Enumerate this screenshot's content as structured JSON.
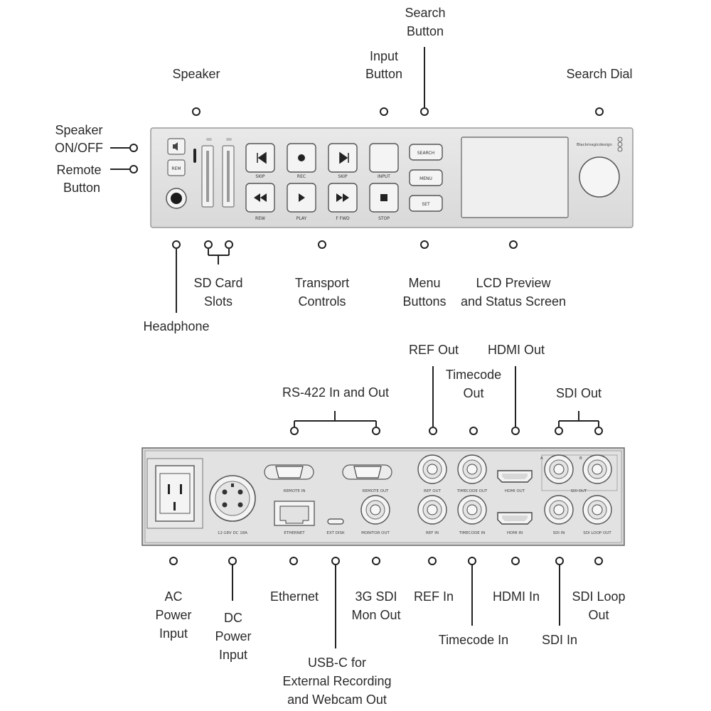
{
  "front_panel": {
    "callouts": {
      "speaker": "Speaker",
      "input_button": [
        "Input",
        "Button"
      ],
      "search_button": [
        "Search",
        "Button"
      ],
      "search_dial": "Search Dial",
      "speaker_onoff": [
        "Speaker",
        "ON/OFF"
      ],
      "remote_button": [
        "Remote",
        "Button"
      ],
      "headphone": "Headphone",
      "sd_card_slots": [
        "SD Card",
        "Slots"
      ],
      "transport_controls": [
        "Transport",
        "Controls"
      ],
      "menu_buttons": [
        "Menu",
        "Buttons"
      ],
      "lcd_preview": [
        "LCD Preview",
        "and Status Screen"
      ]
    },
    "button_labels": {
      "skip_left": "SKIP",
      "rec": "REC",
      "skip_right": "SKIP",
      "input": "INPUT",
      "rew": "REW",
      "play": "PLAY",
      "ffwd": "F FWD",
      "stop": "STOP",
      "search": "SEARCH",
      "menu": "MENU",
      "set": "SET",
      "rem": "REM"
    },
    "brand": "Blackmagicdesign"
  },
  "rear_panel": {
    "callouts": {
      "rs422": "RS-422 In and Out",
      "ref_out": "REF Out",
      "timecode_out": [
        "Timecode",
        "Out"
      ],
      "hdmi_out": "HDMI Out",
      "sdi_out": "SDI Out",
      "ac_power": [
        "AC",
        "Power",
        "Input"
      ],
      "dc_power": [
        "DC",
        "Power",
        "Input"
      ],
      "ethernet": "Ethernet",
      "usbc": [
        "USB-C for",
        "External Recording",
        "and Webcam Out"
      ],
      "mon_out": [
        "3G SDI",
        "Mon Out"
      ],
      "ref_in": "REF In",
      "timecode_in": "Timecode In",
      "hdmi_in": "HDMI In",
      "sdi_in": "SDI In",
      "sdi_loop": [
        "SDI Loop",
        "Out"
      ]
    },
    "port_labels": {
      "remote_in": "REMOTE IN",
      "remote_out": "REMOTE OUT",
      "ethernet": "ETHERNET",
      "ext_disk": "EXT DISK",
      "monitor_out": "MONITOR OUT",
      "ref_out": "REF OUT",
      "timecode_out": "TIMECODE OUT",
      "hdmi_out": "HDMI OUT",
      "ref_in": "REF IN",
      "timecode_in": "TIMECODE IN",
      "hdmi_in": "HDMI IN",
      "sdi_in": "SDI IN",
      "sdi_loop_out": "SDI LOOP OUT",
      "sdi_out": "SDI OUT",
      "dc_rating": "12-18V DC 18A",
      "a": "A",
      "b": "B"
    }
  }
}
